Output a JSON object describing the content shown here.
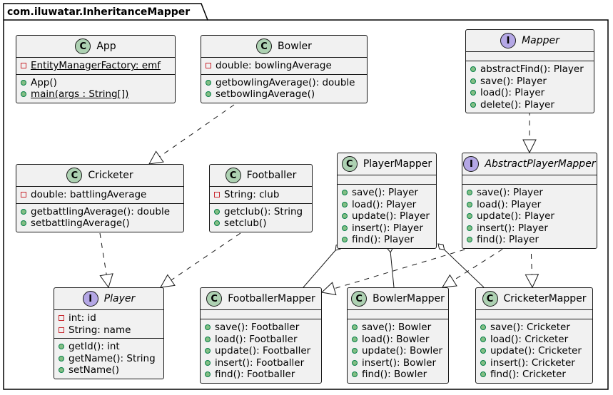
{
  "package": {
    "name": "com.iluwatar.InheritanceMapper"
  },
  "classes": {
    "app": {
      "name": "App",
      "kind": "C",
      "fields": [
        {
          "vis": "private",
          "text": "EntityManagerFactory: emf",
          "static": true
        }
      ],
      "methods": [
        {
          "vis": "public",
          "text": "App()"
        },
        {
          "vis": "public",
          "text": "main(args : String[])",
          "static": true
        }
      ]
    },
    "bowler": {
      "name": "Bowler",
      "kind": "C",
      "fields": [
        {
          "vis": "private",
          "text": "double: bowlingAverage"
        }
      ],
      "methods": [
        {
          "vis": "public",
          "text": "getbowlingAverage(): double"
        },
        {
          "vis": "public",
          "text": "setbowlingAverage()"
        }
      ]
    },
    "mapper": {
      "name": "Mapper",
      "kind": "I",
      "fields": [],
      "methods": [
        {
          "vis": "public",
          "text": "abstractFind(): Player"
        },
        {
          "vis": "public",
          "text": "save(): Player"
        },
        {
          "vis": "public",
          "text": "load(): Player"
        },
        {
          "vis": "public",
          "text": "delete(): Player"
        }
      ]
    },
    "cricketer": {
      "name": "Cricketer",
      "kind": "C",
      "fields": [
        {
          "vis": "private",
          "text": "double: battlingAverage"
        }
      ],
      "methods": [
        {
          "vis": "public",
          "text": "getbattlingAverage(): double"
        },
        {
          "vis": "public",
          "text": "setbattlingAverage()"
        }
      ]
    },
    "footballer": {
      "name": "Footballer",
      "kind": "C",
      "fields": [
        {
          "vis": "private",
          "text": "String: club"
        }
      ],
      "methods": [
        {
          "vis": "public",
          "text": "getclub(): String"
        },
        {
          "vis": "public",
          "text": "setclub()"
        }
      ]
    },
    "playermapper": {
      "name": "PlayerMapper",
      "kind": "C",
      "fields": [],
      "methods": [
        {
          "vis": "public",
          "text": "save(): Player"
        },
        {
          "vis": "public",
          "text": "load(): Player"
        },
        {
          "vis": "public",
          "text": "update(): Player"
        },
        {
          "vis": "public",
          "text": "insert(): Player"
        },
        {
          "vis": "public",
          "text": "find(): Player"
        }
      ]
    },
    "abstractplayermapper": {
      "name": "AbstractPlayerMapper",
      "kind": "I",
      "fields": [],
      "methods": [
        {
          "vis": "public",
          "text": "save(): Player"
        },
        {
          "vis": "public",
          "text": "load():  Player"
        },
        {
          "vis": "public",
          "text": "update():  Player"
        },
        {
          "vis": "public",
          "text": "insert():  Player"
        },
        {
          "vis": "public",
          "text": "find():  Player"
        }
      ]
    },
    "player": {
      "name": "Player",
      "kind": "I",
      "fields": [
        {
          "vis": "private",
          "text": "int: id"
        },
        {
          "vis": "private",
          "text": "String: name"
        }
      ],
      "methods": [
        {
          "vis": "public",
          "text": "getId(): int"
        },
        {
          "vis": "public",
          "text": "getName(): String"
        },
        {
          "vis": "public",
          "text": "setName()"
        }
      ]
    },
    "footballermapper": {
      "name": "FootballerMapper",
      "kind": "C",
      "fields": [],
      "methods": [
        {
          "vis": "public",
          "text": "save(): Footballer"
        },
        {
          "vis": "public",
          "text": "load(): Footballer"
        },
        {
          "vis": "public",
          "text": "update(): Footballer"
        },
        {
          "vis": "public",
          "text": "insert(): Footballer"
        },
        {
          "vis": "public",
          "text": "find(): Footballer"
        }
      ]
    },
    "bowlermapper": {
      "name": "BowlerMapper",
      "kind": "C",
      "fields": [],
      "methods": [
        {
          "vis": "public",
          "text": "save(): Bowler"
        },
        {
          "vis": "public",
          "text": "load(): Bowler"
        },
        {
          "vis": "public",
          "text": "update(): Bowler"
        },
        {
          "vis": "public",
          "text": "insert(): Bowler"
        },
        {
          "vis": "public",
          "text": "find(): Bowler"
        }
      ]
    },
    "cricketermapper": {
      "name": "CricketerMapper",
      "kind": "C",
      "fields": [],
      "methods": [
        {
          "vis": "public",
          "text": "save(): Cricketer"
        },
        {
          "vis": "public",
          "text": "load(): Cricketer"
        },
        {
          "vis": "public",
          "text": "update(): Cricketer"
        },
        {
          "vis": "public",
          "text": "insert(): Cricketer"
        },
        {
          "vis": "public",
          "text": "find(): Cricketer"
        }
      ]
    }
  },
  "relations": [
    {
      "from": "bowler",
      "to": "cricketer",
      "type": "realization"
    },
    {
      "from": "cricketer",
      "to": "player",
      "type": "realization"
    },
    {
      "from": "footballer",
      "to": "player",
      "type": "realization"
    },
    {
      "from": "mapper",
      "to": "abstractplayermapper",
      "type": "realization"
    },
    {
      "from": "abstractplayermapper",
      "to": "footballermapper",
      "type": "realization"
    },
    {
      "from": "abstractplayermapper",
      "to": "bowlermapper",
      "type": "realization"
    },
    {
      "from": "abstractplayermapper",
      "to": "cricketermapper",
      "type": "realization"
    },
    {
      "from": "playermapper",
      "to": "footballermapper",
      "type": "aggregation"
    },
    {
      "from": "playermapper",
      "to": "bowlermapper",
      "type": "aggregation"
    },
    {
      "from": "playermapper",
      "to": "cricketermapper",
      "type": "aggregation"
    }
  ],
  "colors": {
    "class_fill": "#F1F1F1",
    "class_badge": "#ADD1B2",
    "interface_badge": "#B4A7E5",
    "border": "#181818"
  }
}
